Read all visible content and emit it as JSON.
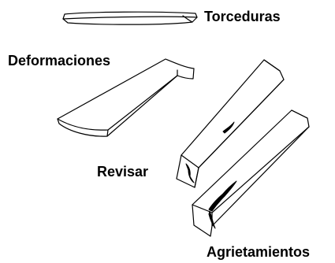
{
  "labels": {
    "twist": "Torceduras",
    "warp": "Deformaciones",
    "check": "Revisar",
    "split": "Agrietamientos"
  },
  "colors": {
    "ink": "#000000",
    "background": "#ffffff"
  }
}
